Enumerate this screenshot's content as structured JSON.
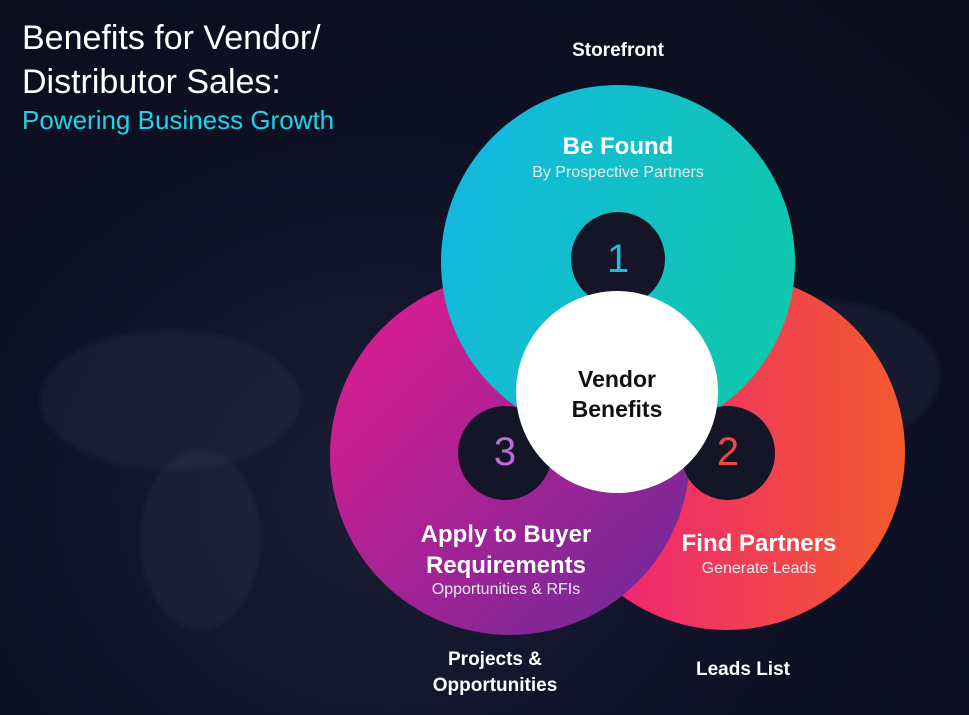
{
  "header": {
    "title_line1": "Benefits for Vendor/",
    "title_line2": "Distributor Sales:",
    "subtitle": "Powering Business Growth"
  },
  "center": {
    "line1": "Vendor",
    "line2": "Benefits"
  },
  "segments": [
    {
      "number": "1",
      "number_color": "#27b8d8",
      "heading": "Be Found",
      "subheading": "By Prospective Partners",
      "outer_label": "Storefront",
      "gradient": [
        "#14b6e4",
        "#10c7b0"
      ]
    },
    {
      "number": "2",
      "number_color": "#f0483e",
      "heading": "Find Partners",
      "subheading": "Generate Leads",
      "outer_label": "Leads List",
      "gradient": [
        "#ef1b83",
        "#f25a2e"
      ]
    },
    {
      "number": "3",
      "number_color": "#c06ad6",
      "heading_line1": "Apply to Buyer",
      "heading_line2": "Requirements",
      "subheading": "Opportunities & RFIs",
      "outer_label_line1": "Projects &",
      "outer_label_line2": "Opportunities",
      "gradient": [
        "#e51b8f",
        "#6a2a9a"
      ]
    }
  ],
  "colors": {
    "background": "#0f1226",
    "subtitle": "#20d3e6",
    "badge": "#141628",
    "center_fill": "#ffffff"
  }
}
